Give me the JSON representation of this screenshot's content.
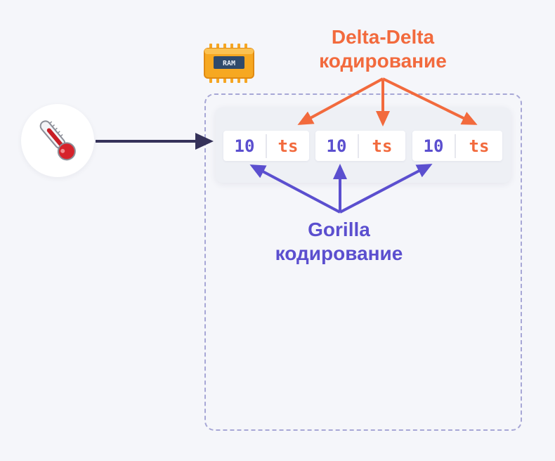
{
  "diagram": {
    "ram_chip_label": "RAM",
    "records": [
      {
        "value": "10",
        "timestamp": "ts"
      },
      {
        "value": "10",
        "timestamp": "ts"
      },
      {
        "value": "10",
        "timestamp": "ts"
      }
    ],
    "delta_label": {
      "line1": "Delta-Delta",
      "line2": "кодирование"
    },
    "gorilla_label": {
      "line1": "Gorilla",
      "line2": "кодирование"
    },
    "colors": {
      "value": "#5b4fcf",
      "timestamp": "#f26a3d",
      "input_arrow": "#35325a",
      "region_border": "#a7a7d6",
      "ram_chip": "#f5a623"
    },
    "icons": {
      "sensor": "thermometer-icon",
      "memory": "ram-chip-icon"
    }
  }
}
